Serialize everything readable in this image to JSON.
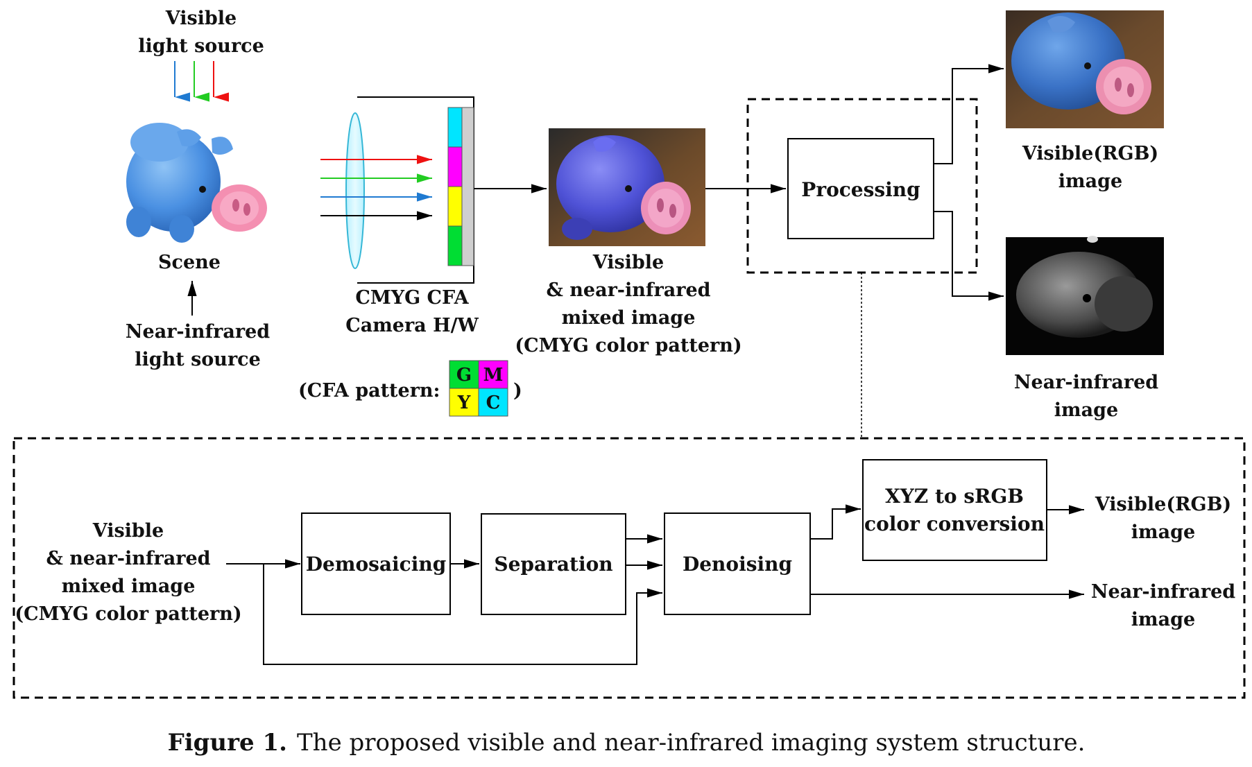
{
  "scene": {
    "visible_source_label": [
      "Visible",
      "light source"
    ],
    "scene_label": "Scene",
    "nir_source_label": [
      "Near-infrared",
      "light source"
    ]
  },
  "camera": {
    "label": [
      "CMYG CFA",
      "Camera H/W"
    ],
    "cfa_pattern_open": "(CFA pattern:",
    "cfa_pattern_close": ")",
    "cfa_cells": [
      "G",
      "M",
      "Y",
      "C"
    ]
  },
  "mixed_image": {
    "label": [
      "Visible",
      "& near-infrared",
      "mixed image",
      "(CMYG color pattern)"
    ]
  },
  "processing": {
    "label": "Processing"
  },
  "outputs": {
    "visible_label": [
      "Visible(RGB)",
      "image"
    ],
    "nir_label": [
      "Near-infrared",
      "image"
    ]
  },
  "pipeline": {
    "input_label": [
      "Visible",
      "& near-infrared",
      "mixed image",
      "(CMYG color pattern)"
    ],
    "demosaicing": "Demosaicing",
    "separation": "Separation",
    "denoising": "Denoising",
    "conversion": [
      "XYZ to sRGB",
      "color conversion"
    ],
    "out_visible": [
      "Visible(RGB)",
      "image"
    ],
    "out_nir": [
      "Near-infrared",
      "image"
    ]
  },
  "caption": {
    "bold": "Figure 1.",
    "text": "The proposed visible and near-infrared imaging system structure."
  },
  "colors": {
    "cyan": "#00e5ff",
    "magenta": "#ff00ff",
    "yellow": "#ffff00",
    "green": "#00dd33",
    "pig_blue": "#4a90e2",
    "pig_snout": "#f48fb1"
  }
}
